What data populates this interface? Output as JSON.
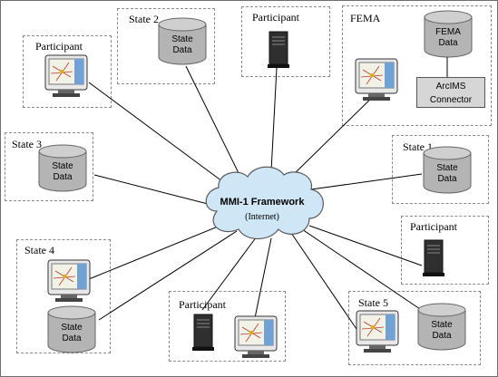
{
  "hub": {
    "title": "MMI-1 Framework",
    "subtitle": "(Internet)"
  },
  "groups": {
    "state2": "State 2",
    "participant_top": "Participant",
    "fema": "FEMA",
    "participant_tl": "Participant",
    "state3": "State 3",
    "state1": "State 1",
    "participant_right": "Participant",
    "state4": "State 4",
    "participant_bottom": "Participant",
    "state5": "State 5"
  },
  "databases": {
    "state2_db": [
      "State",
      "Data"
    ],
    "fema_db": [
      "FEMA",
      "Data"
    ],
    "state3_db": [
      "State",
      "Data"
    ],
    "state1_db": [
      "State",
      "Data"
    ],
    "state4_db": [
      "State",
      "Data"
    ],
    "state5_db": [
      "State",
      "Data"
    ]
  },
  "connector": {
    "line1": "ArcIMS",
    "line2": "Connector"
  },
  "colors": {
    "cloud_fill": "#cfe6f7",
    "cloud_stroke": "#5a5a5a",
    "db_fill": "#b4b4b4",
    "server_fill": "#2f2f2f",
    "monitor_screen": "#f2f2e6"
  }
}
